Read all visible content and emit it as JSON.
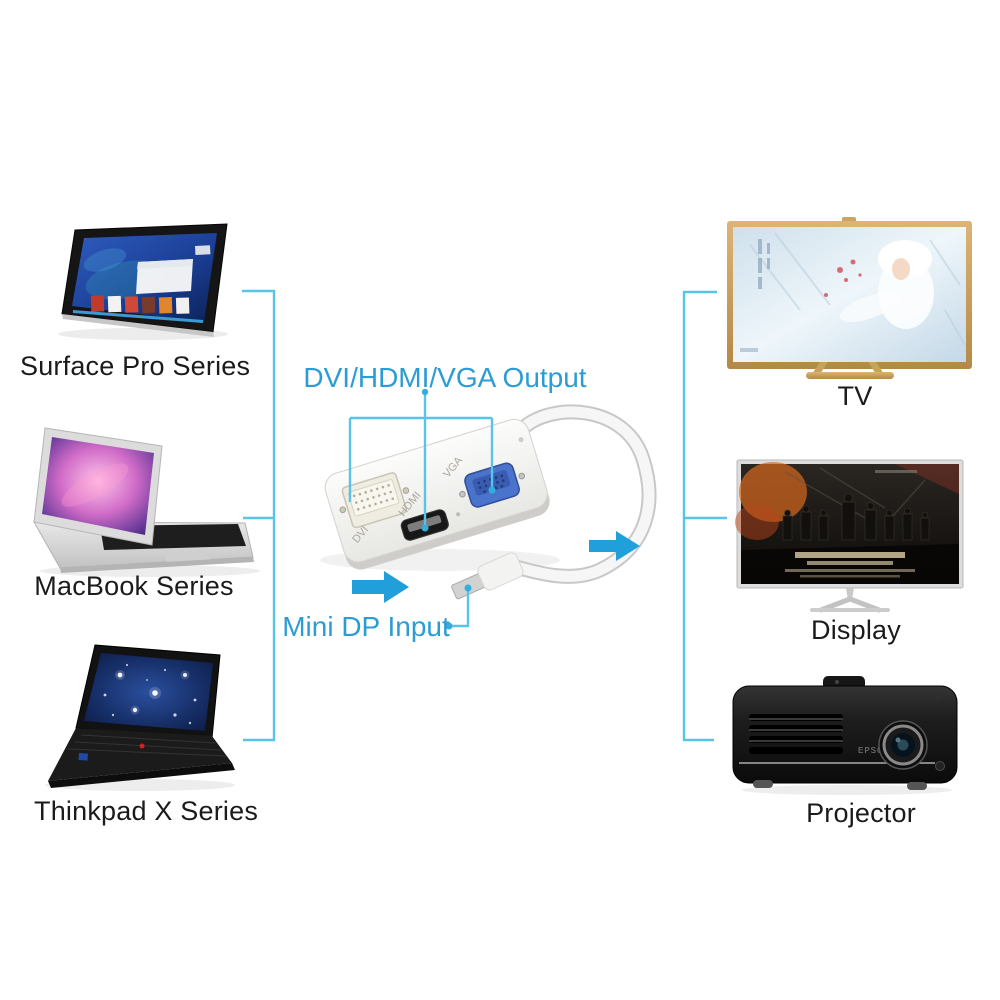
{
  "diagram": {
    "output_label": "DVI/HDMI/VGA Output",
    "input_label": "Mini DP Input"
  },
  "source_devices": [
    {
      "name": "surface-pro",
      "label": "Surface Pro Series"
    },
    {
      "name": "macbook",
      "label": "MacBook Series"
    },
    {
      "name": "thinkpad",
      "label": "Thinkpad X Series"
    }
  ],
  "output_devices": [
    {
      "name": "tv",
      "label": "TV"
    },
    {
      "name": "display",
      "label": "Display"
    },
    {
      "name": "projector",
      "label": "Projector",
      "brand": "EPSON"
    }
  ],
  "adapter": {
    "port_labels": [
      "DVI",
      "HDMI",
      "VGA"
    ]
  },
  "colors": {
    "callout_blue": "#2c9cd4",
    "bracket_line": "#58c4e6",
    "arrow_blue": "#219fdb",
    "dot_blue": "#35aede",
    "device_label": "#1b1b1b",
    "background": "#ffffff",
    "vga_port": "#4a74cc",
    "tv_frame_gold": "#c9a05e"
  }
}
